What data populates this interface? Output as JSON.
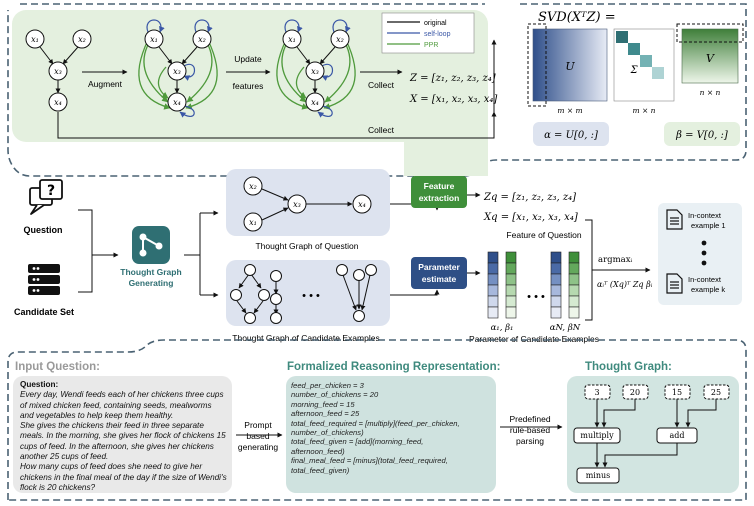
{
  "colors": {
    "green_panel": "#e4f0df",
    "blue_panel": "#dde3ef",
    "dashed_border": "#4a6273",
    "edge_original": "#111111",
    "edge_selfloop": "#3a57a6",
    "edge_ppr": "#4f9a3c",
    "feature_extraction_box": "#3f8f3a",
    "parameter_estimate_box": "#2e4f86",
    "question_panel": "#e9e9e9",
    "reasoning_panel": "#cfe2df",
    "thought_graph_panel": "#d2e5e1",
    "icon_teal": "#2f6f73"
  },
  "top": {
    "nodes": [
      "x₁",
      "x₂",
      "x₃",
      "x₄"
    ],
    "augment_label": "Augment",
    "update_label_line1": "Update",
    "update_label_line2": "features",
    "collect_label": "Collect",
    "collect_bottom_label": "Collect",
    "legend": {
      "original": "original",
      "self_loop": "self-loop",
      "ppr": "PPR"
    },
    "z_eq": "Z = [z₁, z₂, z₃, z₄]",
    "x_eq": "X = [x₁, x₂, x₃, x₄]",
    "svd_title": "SVD(XᵀZ) =",
    "u_label": "U",
    "sigma_label": "Σ",
    "v_label": "V",
    "dim_u": "m × m",
    "dim_sigma": "m × n",
    "dim_v": "n × n",
    "alpha_eq": "α = U[0, :]",
    "beta_eq": "β = V[0, :]"
  },
  "middle": {
    "question_label": "Question",
    "candidate_label": "Candidate Set",
    "generating_label_line1": "Thought Graph",
    "generating_label_line2": "Generating",
    "thought_graph_question_label": "Thought Graph of Question",
    "thought_graph_candidates_label": "Thought Graph of Candidate Examples",
    "question_graph_nodes": [
      "x₂",
      "x₁",
      "x₃",
      "x₄"
    ],
    "dots": "• • •",
    "feature_extraction_line1": "Feature",
    "feature_extraction_line2": "extraction",
    "parameter_estimate_line1": "Parameter",
    "parameter_estimate_line2": "estimate",
    "zq_eq": "Zq = [z₁, z₂, z₃, z₄]",
    "xq_eq": "Xq = [x₁, x₂, x₃, x₄]",
    "feature_of_question_label": "Feature of Question",
    "param_label_1": "α₁, β₁",
    "param_label_n": "αN, βN",
    "param_dots": "• • •",
    "param_caption": "Parameter of Candidate Examples",
    "argmax_label": "argmaxᵢ",
    "argmax_formula": "αᵢᵀ (Xq)ᵀ Zq βᵢ",
    "example1_line1": "In-context",
    "example1_line2": "example 1",
    "examplek_line1": "In-context",
    "examplek_line2": "example k"
  },
  "bottom": {
    "input_question_title": "Input Question:",
    "question_heading": "Question:",
    "question_lines": [
      "Every day, Wendi feeds each of her chickens three cups",
      "of mixed chicken feed, containing seeds, mealworms",
      "and vegetables to help keep them healthy.",
      "She gives the chickens their feed in three separate",
      "meals. In the morning, she gives her flock of chickens 15",
      "cups of feed.  In the afternoon, she gives her chickens",
      "another 25 cups of feed.",
      "How many cups of feed does she need to give her",
      "chickens in the final meal of the day if the size of Wendi's",
      "flock is 20 chickens?"
    ],
    "prompt_line1": "Prompt",
    "prompt_line2": "based",
    "prompt_line3": "generating",
    "reasoning_title": "Formalized Reasoning Representation:",
    "reasoning_lines": [
      "feed_per_chicken = 3",
      "number_of_chickens = 20",
      "morning_feed = 15",
      "afternoon_feed = 25",
      "total_feed_required = [multiply](feed_per_chicken,",
      "number_of_chickens)",
      "total_feed_given = [add](morning_feed,",
      "afternoon_feed)",
      "final_meal_feed = [minus](total_feed_required,",
      "total_feed_given)"
    ],
    "predefined_line1": "Predefined",
    "predefined_line2": "rule-based",
    "predefined_line3": "parsing",
    "thought_graph_title": "Thought Graph:",
    "tg_values": [
      "3",
      "20",
      "15",
      "25"
    ],
    "tg_ops": [
      "multiply",
      "add",
      "minus"
    ]
  }
}
